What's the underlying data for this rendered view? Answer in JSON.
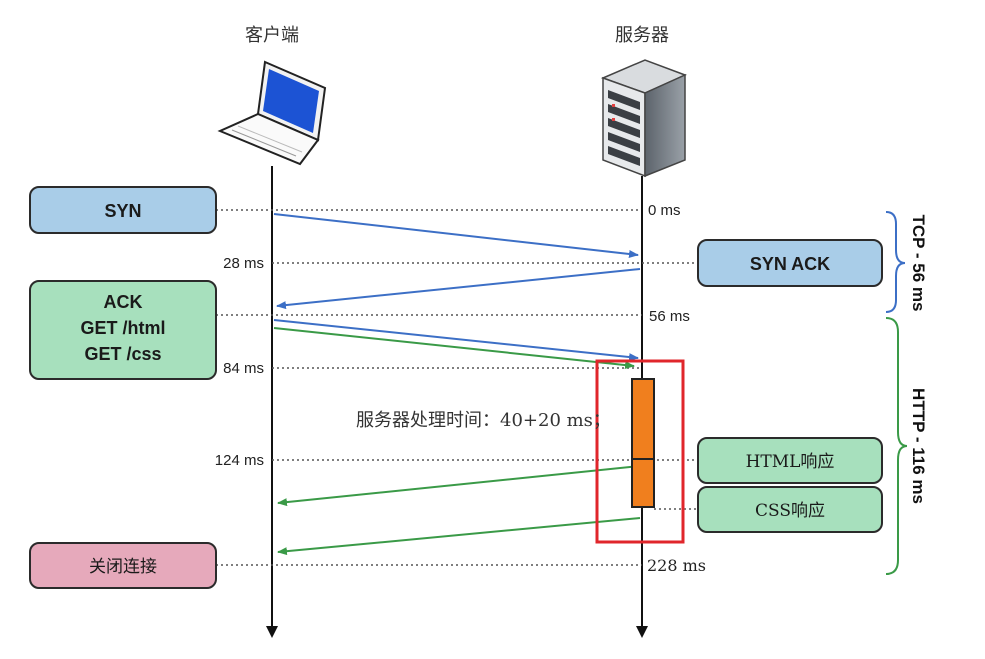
{
  "actors": {
    "client": "客户端",
    "server": "服务器"
  },
  "boxes": {
    "syn": "SYN",
    "syn_ack": "SYN ACK",
    "ack_lines": [
      "ACK",
      "GET /html",
      "GET /css"
    ],
    "html_resp": "HTML响应",
    "css_resp": "CSS响应",
    "close": "关闭连接"
  },
  "times": {
    "t0": "0 ms",
    "t28": "28 ms",
    "t56": "56 ms",
    "t84": "84 ms",
    "t124": "124 ms",
    "t228": "228 ms"
  },
  "note": {
    "processing": "服务器处理时间：40+20 ms；"
  },
  "phases": {
    "tcp": "TCP - 56 ms",
    "http": "HTTP - 116 ms"
  },
  "colors": {
    "blue_arrow": "#3c6fc6",
    "green_arrow": "#3a9a47",
    "syn_fill": "#a9cde8",
    "ack_fill": "#a7e0bd",
    "close_fill": "#e6a9bb",
    "processing_bar": "#f07f1e",
    "highlight_border": "#e0262b"
  }
}
